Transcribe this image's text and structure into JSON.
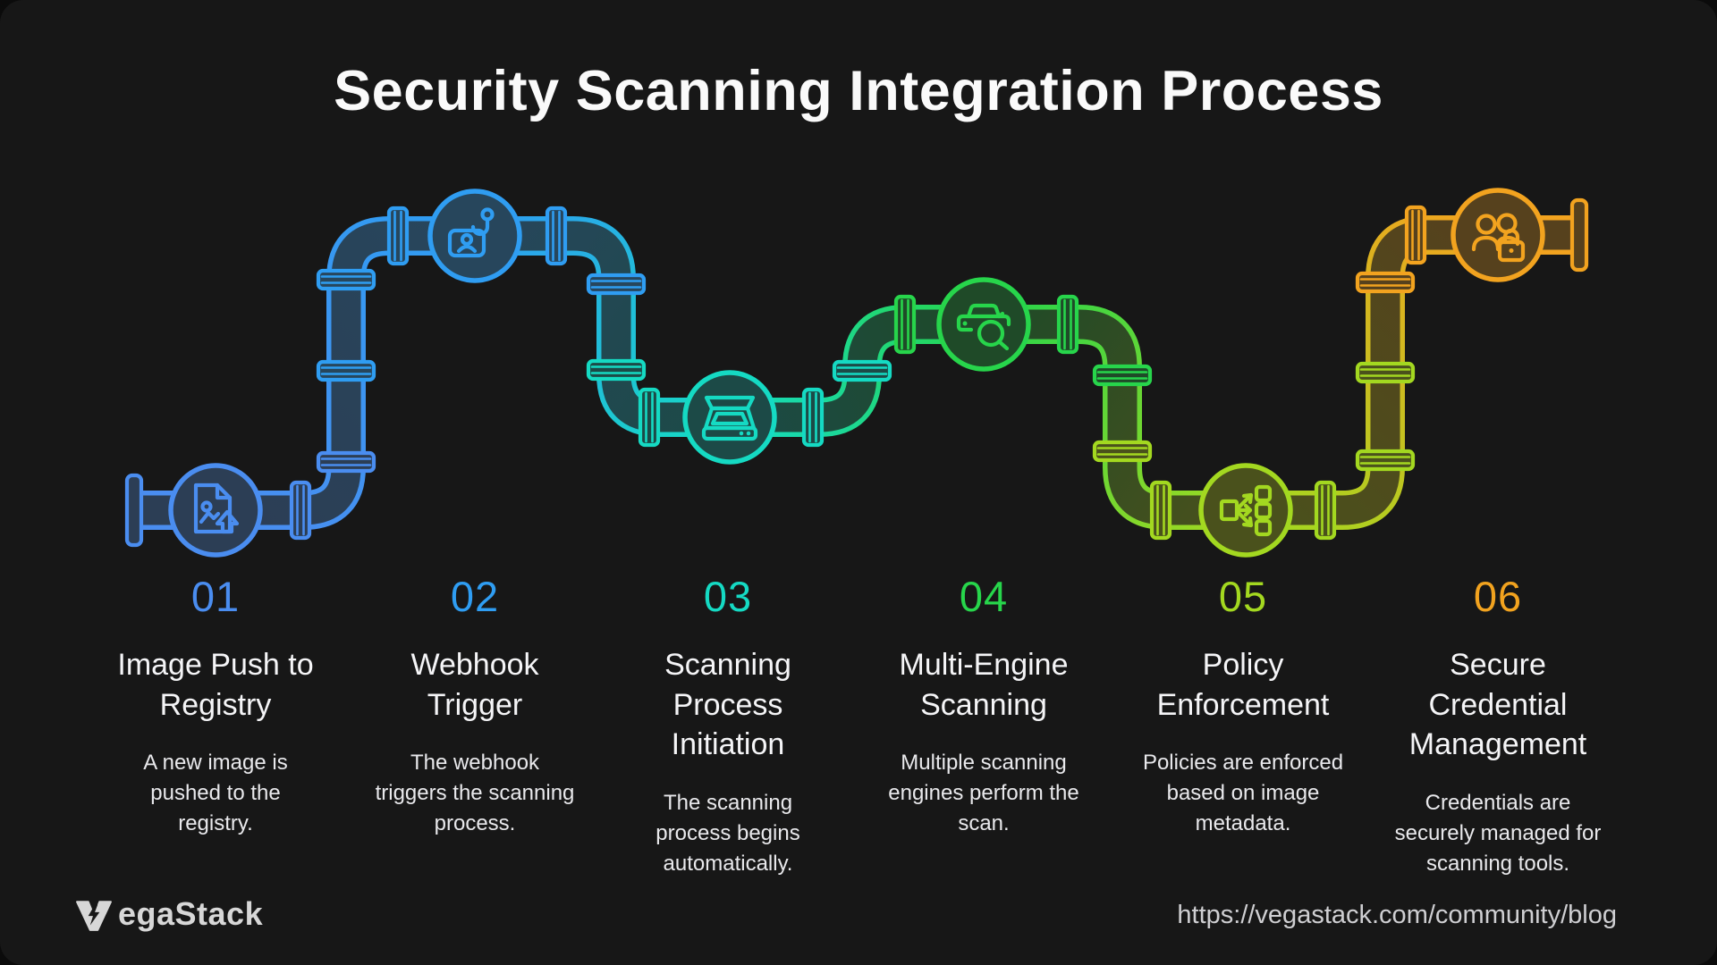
{
  "title": "Security Scanning Integration Process",
  "palette": {
    "background": "#171717",
    "heading_text": "#fafafa",
    "title_text": "#f5f5f7",
    "description_text": "#e9e9ec",
    "footer_text": "#cfcfd2",
    "logo_text": "#d7d7d7"
  },
  "steps": [
    {
      "number": "01",
      "title": "Image Push to\nRegistry",
      "description": "A new image is\npushed to the\nregistry.",
      "icon": "image-push-icon",
      "color": "#4a8df0",
      "pipe_fill": "#2c3e55"
    },
    {
      "number": "02",
      "title": "Webhook\nTrigger",
      "description": "The webhook\ntriggers the scanning\nprocess.",
      "icon": "webhook-trigger-icon",
      "color": "#2f9df2",
      "pipe_fill": "#27465c"
    },
    {
      "number": "03",
      "title": "Scanning\nProcess\nInitiation",
      "description": "The scanning\nprocess begins\nautomatically.",
      "icon": "scanner-icon",
      "color": "#15dac3",
      "pipe_fill": "#1c4a47"
    },
    {
      "number": "04",
      "title": "Multi-Engine\nScanning",
      "description": "Multiple scanning\nengines perform the\nscan.",
      "icon": "multi-engine-scan-icon",
      "color": "#27d54b",
      "pipe_fill": "#1f4a28"
    },
    {
      "number": "05",
      "title": "Policy\nEnforcement",
      "description": "Policies are enforced\nbased on image\nmetadata.",
      "icon": "policy-routing-icon",
      "color": "#a3d820",
      "pipe_fill": "#4a511c"
    },
    {
      "number": "06",
      "title": "Secure\nCredential\nManagement",
      "description": "Credentials are\nsecurely managed for\nscanning tools.",
      "icon": "credential-lock-icon",
      "color": "#f2a31f",
      "pipe_fill": "#56411d"
    }
  ],
  "footer": {
    "brand": "VegaStack",
    "brand_suffix": "egaStack",
    "url": "https://vegastack.com/community/blog"
  }
}
